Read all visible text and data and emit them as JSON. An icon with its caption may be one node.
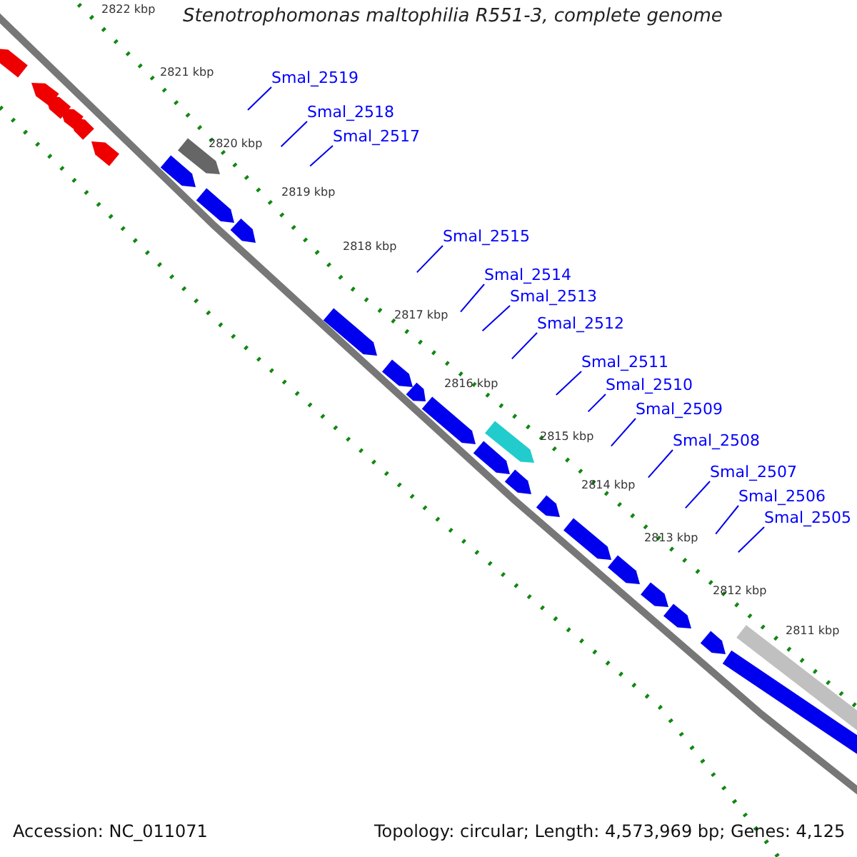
{
  "diagram": {
    "title": "Stenotrophomonas maltophilia R551-3, complete genome",
    "nodes": [
      {
        "text": [
          "Smal_2519"
        ]
      },
      {
        "text": [
          "Smal_2518"
        ]
      },
      {
        "text": [
          "Smal_2517"
        ]
      },
      {
        "text": [
          "Smal_2515"
        ]
      },
      {
        "text": [
          "Smal_2514"
        ]
      },
      {
        "text": [
          "Smal_2513"
        ]
      },
      {
        "text": [
          "Smal_2512"
        ]
      },
      {
        "text": [
          "Smal_2511"
        ]
      },
      {
        "text": [
          "Smal_2510"
        ]
      },
      {
        "text": [
          "Smal_2509"
        ]
      },
      {
        "text": [
          "Smal_2508"
        ]
      },
      {
        "text": [
          "Smal_2507"
        ]
      },
      {
        "text": [
          "Smal_2506"
        ]
      },
      {
        "text": [
          "Smal_2505"
        ]
      }
    ],
    "edges": [
      {
        "from": 0,
        "to": null,
        "arrow": "none"
      },
      {
        "from": 1,
        "to": null,
        "arrow": "none"
      },
      {
        "from": 2,
        "to": null,
        "arrow": "none"
      },
      {
        "from": 3,
        "to": null,
        "arrow": "none"
      },
      {
        "from": 4,
        "to": null,
        "arrow": "none"
      },
      {
        "from": 5,
        "to": null,
        "arrow": "none"
      },
      {
        "from": 6,
        "to": null,
        "arrow": "none"
      },
      {
        "from": 7,
        "to": null,
        "arrow": "none"
      },
      {
        "from": 8,
        "to": null,
        "arrow": "none"
      },
      {
        "from": 9,
        "to": null,
        "arrow": "none"
      },
      {
        "from": 10,
        "to": null,
        "arrow": "none"
      },
      {
        "from": 11,
        "to": null,
        "arrow": "none"
      },
      {
        "from": 12,
        "to": null,
        "arrow": "none"
      },
      {
        "from": 13,
        "to": null,
        "arrow": "none"
      }
    ],
    "labels": [
      "2822 kbp",
      "2821 kbp",
      "2820 kbp",
      "2819 kbp",
      "2818 kbp",
      "2817 kbp",
      "2816 kbp",
      "2815 kbp",
      "2814 kbp",
      "2813 kbp",
      "2812 kbp",
      "2811 kbp",
      "Accession: NC_011071",
      "Topology: circular; Length: 4,573,969 bp; Genes: 4,125"
    ]
  }
}
